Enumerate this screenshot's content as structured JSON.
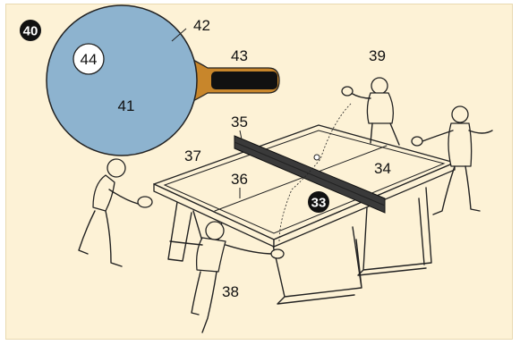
{
  "diagram": {
    "badges": {
      "bat_section": "40",
      "table_section": "33"
    },
    "labels": {
      "blade_face": "41",
      "blade_edge": "42",
      "handle": "43",
      "center_circle": "44",
      "table_half_right": "34",
      "net": "35",
      "center_line": "36",
      "table_top": "37",
      "player_front": "38",
      "player_back": "39"
    },
    "colors": {
      "background": "#fdf2d6",
      "blade": "#8db3cf",
      "handle_wood": "#c8862b",
      "handle_grip": "#111111",
      "badge": "#111111"
    }
  }
}
